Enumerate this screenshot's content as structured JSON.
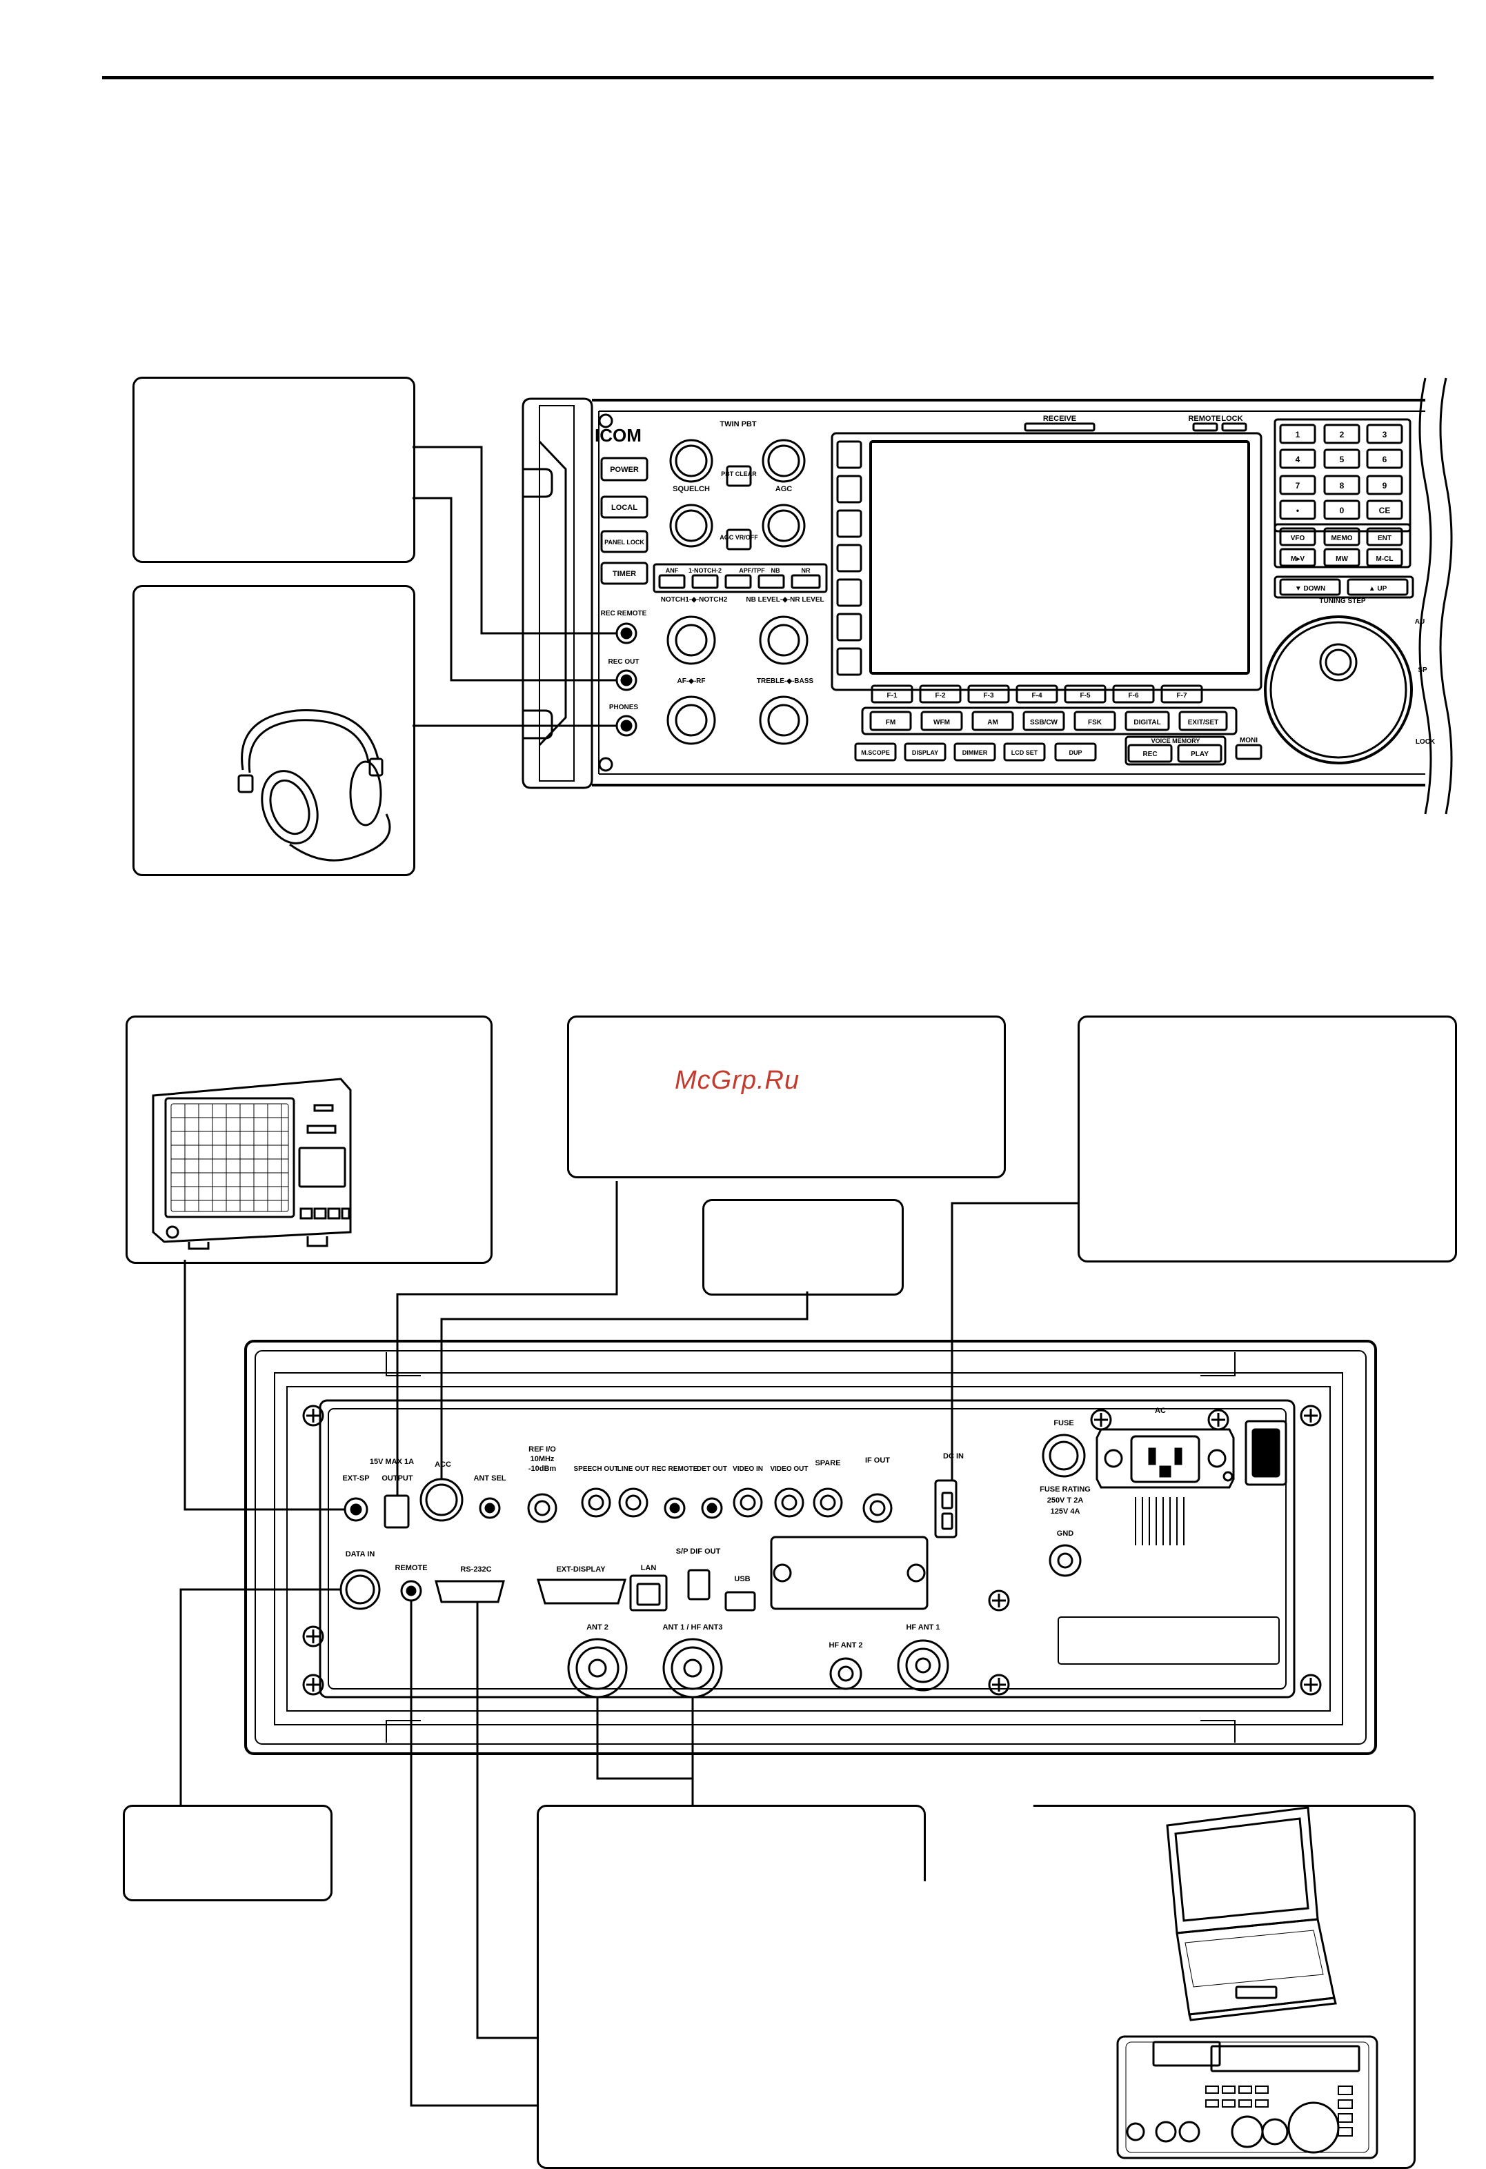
{
  "watermark": "McGrp.Ru",
  "front_panel": {
    "brand": "ICOM",
    "twin_pbt": "TWIN PBT",
    "receive": "RECEIVE",
    "remote": "REMOTE",
    "lock": "LOCK",
    "power": "POWER",
    "local": "LOCAL",
    "panel_lock": "PANEL LOCK",
    "timer": "TIMER",
    "pbt_clear": "PBT CLEAR",
    "squelch": "SQUELCH",
    "agc": "AGC",
    "agc_vr_off": "AGC VR/OFF",
    "func_row": [
      "ANF",
      "1-NOTCH-2",
      "APF/TPF",
      "NB",
      "NR"
    ],
    "notch_label": "NOTCH1-◆-NOTCH2",
    "nb_level_label": "NB LEVEL-◆-NR LEVEL",
    "af_rf_label": "AF-◆-RF",
    "treble_bass_label": "TREBLE-◆-BASS",
    "jack_rec_remote": "REC REMOTE",
    "jack_rec_out": "REC OUT",
    "jack_phones": "PHONES",
    "fkeys": [
      "F-1",
      "F-2",
      "F-3",
      "F-4",
      "F-5",
      "F-6",
      "F-7"
    ],
    "modes": [
      "FM",
      "WFM",
      "AM",
      "SSB/CW",
      "FSK",
      "DIGITAL",
      "EXIT/SET"
    ],
    "bottom_keys": [
      "M.SCOPE",
      "DISPLAY",
      "DIMMER",
      "LCD SET",
      "DUP"
    ],
    "voice_memory": "VOICE MEMORY",
    "rec": "REC",
    "play": "PLAY",
    "moni": "MONI",
    "keypad": [
      "1",
      "2",
      "3",
      "4",
      "5",
      "6",
      "7",
      "8",
      "9",
      "•",
      "0",
      "CE"
    ],
    "vfo_row": [
      "VFO",
      "MEMO",
      "ENT"
    ],
    "mv_row": [
      "M▸V",
      "MW",
      "M-CL"
    ],
    "down": "▼ DOWN",
    "up": "▲ UP",
    "tuning_step": "TUNING STEP",
    "side_au": "AU",
    "side_sp": "SP",
    "side_lock": "LOCK"
  },
  "rear_panel": {
    "ext_sp": "EXT-SP",
    "out_15v": "15V MAX 1A",
    "output": "OUTPUT",
    "acc": "ACC",
    "ant_sel": "ANT SEL",
    "ref_io": "REF I/O",
    "ref_freq": "10MHz",
    "ref_level": "-10dBm",
    "speech_out": "SPEECH OUT",
    "line_out": "LINE OUT",
    "rec_remote": "REC REMOTE",
    "det_out": "DET OUT",
    "video_in": "VIDEO IN",
    "video_out": "VIDEO OUT",
    "spare": "SPARE",
    "if_out": "IF OUT",
    "dc_in": "DC IN",
    "fuse": "FUSE",
    "fuse_rating": "FUSE RATING",
    "fuse_250": "250V T 2A",
    "fuse_125": "125V 4A",
    "gnd": "GND",
    "ac": "AC",
    "data_in": "DATA IN",
    "remote_jack": "REMOTE",
    "rs232c": "RS-232C",
    "ext_display": "EXT-DISPLAY",
    "lan": "LAN",
    "spdif_out": "S/P DIF OUT",
    "usb": "USB",
    "ant2": "ANT 2",
    "ant1_hfant3": "ANT 1 / HF ANT3",
    "hf_ant2": "HF ANT 2",
    "hf_ant1": "HF ANT 1"
  }
}
